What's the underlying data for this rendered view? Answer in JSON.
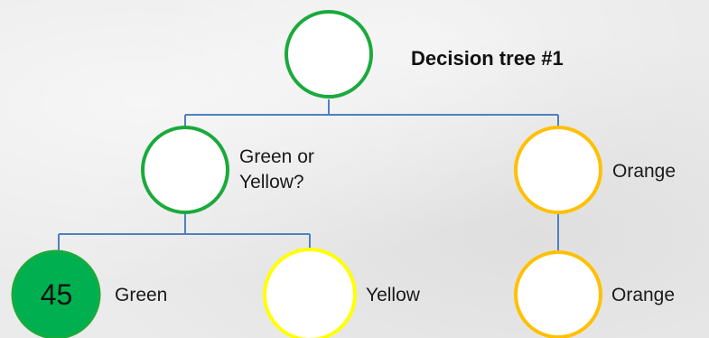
{
  "title": "Decision tree #1",
  "colors": {
    "green": "#1aaa3c",
    "green_fill": "#00b050",
    "orange": "#ffc000",
    "yellow": "#ffff00",
    "connector": "#4f81bd"
  },
  "nodes": {
    "root": {
      "label": ""
    },
    "green_or_yellow": {
      "label_line1": "Green or",
      "label_line2": "Yellow?"
    },
    "orange_branch": {
      "label": "Orange"
    },
    "green_leaf": {
      "count": "45",
      "label": "Green"
    },
    "yellow_leaf": {
      "label": "Yellow"
    },
    "orange_leaf": {
      "label": "Orange"
    }
  }
}
